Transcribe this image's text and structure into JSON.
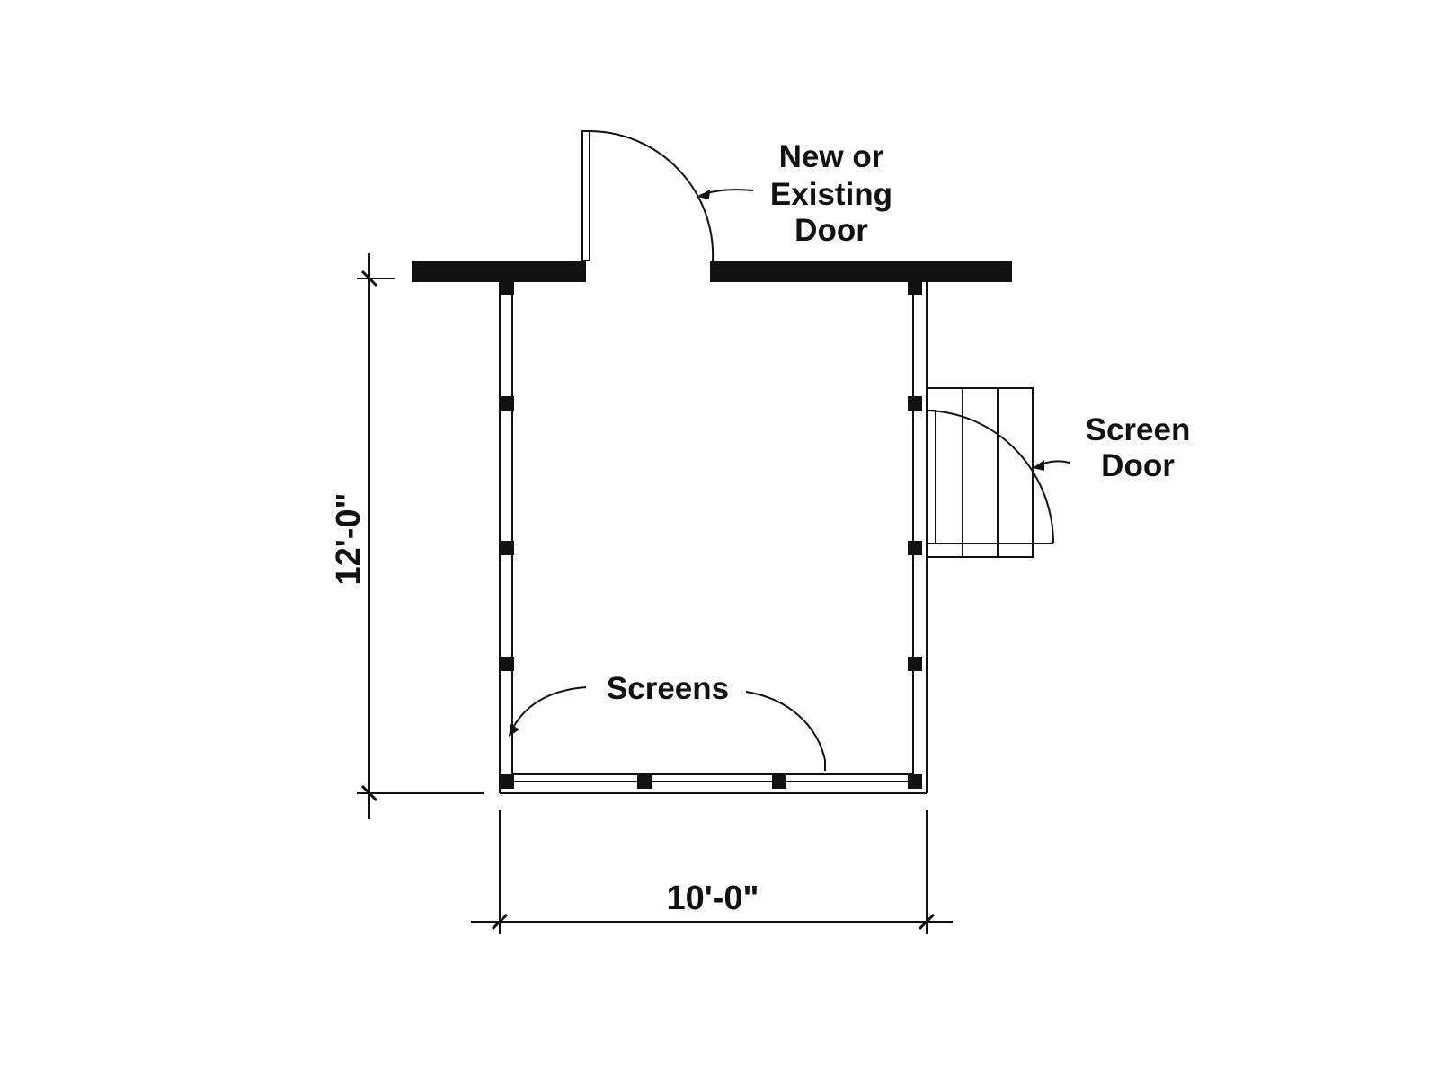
{
  "labels": {
    "door_line1": "New or",
    "door_line2": "Existing",
    "door_line3": "Door",
    "screen_door_line1": "Screen",
    "screen_door_line2": "Door",
    "screens": "Screens",
    "depth": "12'-0\"",
    "width": "10'-0\""
  },
  "colors": {
    "ink": "#111111",
    "background": "#ffffff"
  },
  "icons": [
    "post-marker",
    "dimension-tick",
    "door-swing-arc"
  ]
}
